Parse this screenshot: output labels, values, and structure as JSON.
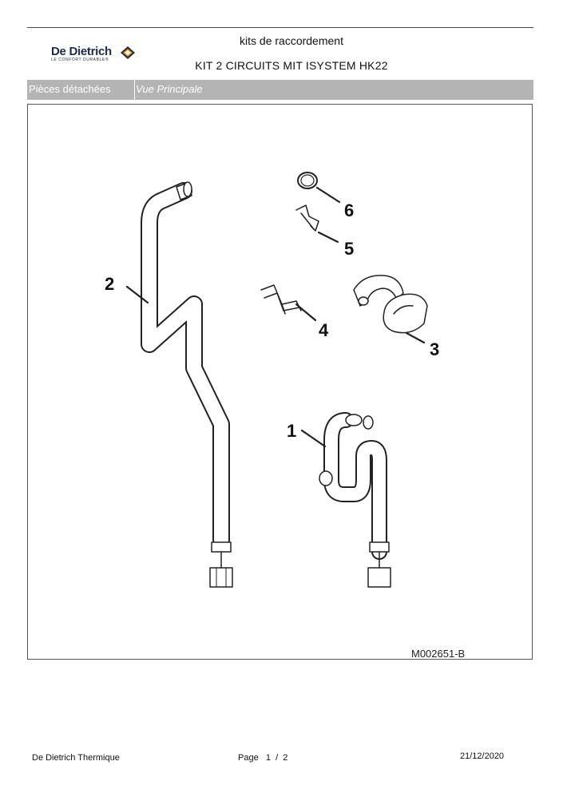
{
  "header": {
    "logo": {
      "name": "De Dietrich",
      "tagline": "LE CONFORT DURABLE®"
    },
    "title": "kits de raccordement",
    "subtitle": "KIT 2 CIRCUITS  MIT ISYSTEM  HK22"
  },
  "section": {
    "label": "Pièces détachées",
    "view": "Vue Principale"
  },
  "drawing": {
    "callouts": [
      "1",
      "2",
      "3",
      "4",
      "5",
      "6"
    ],
    "reference": "M002651-B"
  },
  "footer": {
    "company": "De Dietrich Thermique",
    "page": "Page   1  /  2",
    "date": "21/12/2020"
  }
}
